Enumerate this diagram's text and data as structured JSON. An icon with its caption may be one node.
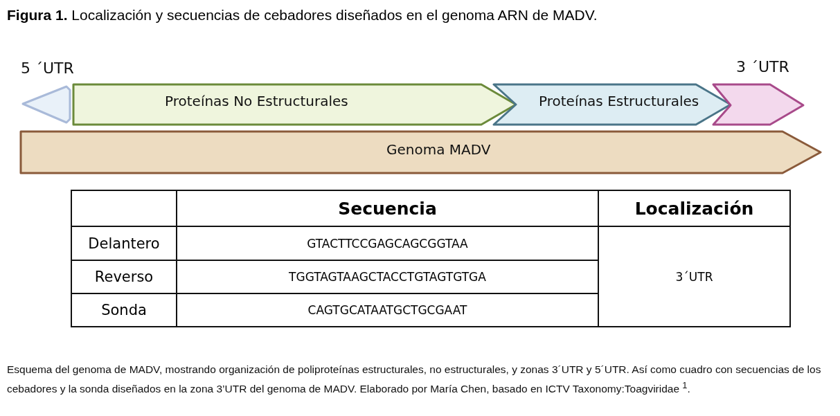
{
  "diagram": {
    "title": "**Figura 1.** Localización y secuencias de cebadores diseñados en el genoma ARN de MADV.",
    "caption": "Esquema del genoma de MADV, mostrando organización de poliproteínas estructurales, no estructurales, y zonas 3´UTR y 5´UTR. Así como cuadro con secuencias de los cebadores y la sonda diseñados en la zona 3’UTR del genoma de MADV. Elaborado por María Chen, basado en ICTV Taxonomy:Toagviridae $^{1}$.",
    "nodes": [
      {
        "text": [
          "5 ´UTR"
        ]
      },
      {
        "text": [
          "Proteínas No Estructurales"
        ]
      },
      {
        "text": [
          "Proteínas Estructurales"
        ]
      },
      {
        "text": [
          "3 ´UTR"
        ]
      },
      {
        "text": [
          "Genoma MADV"
        ]
      }
    ],
    "labels": [
      "Secuencia",
      "Localización",
      "Delantero",
      "GTACTTCCGAGCAGCGGTAA",
      "Reverso",
      "TGGTAGTAAGCTACCTGTAGTGTGA",
      "3´UTR",
      "Sonda",
      "CAGTGCATAATGCTGCGAAT"
    ]
  }
}
